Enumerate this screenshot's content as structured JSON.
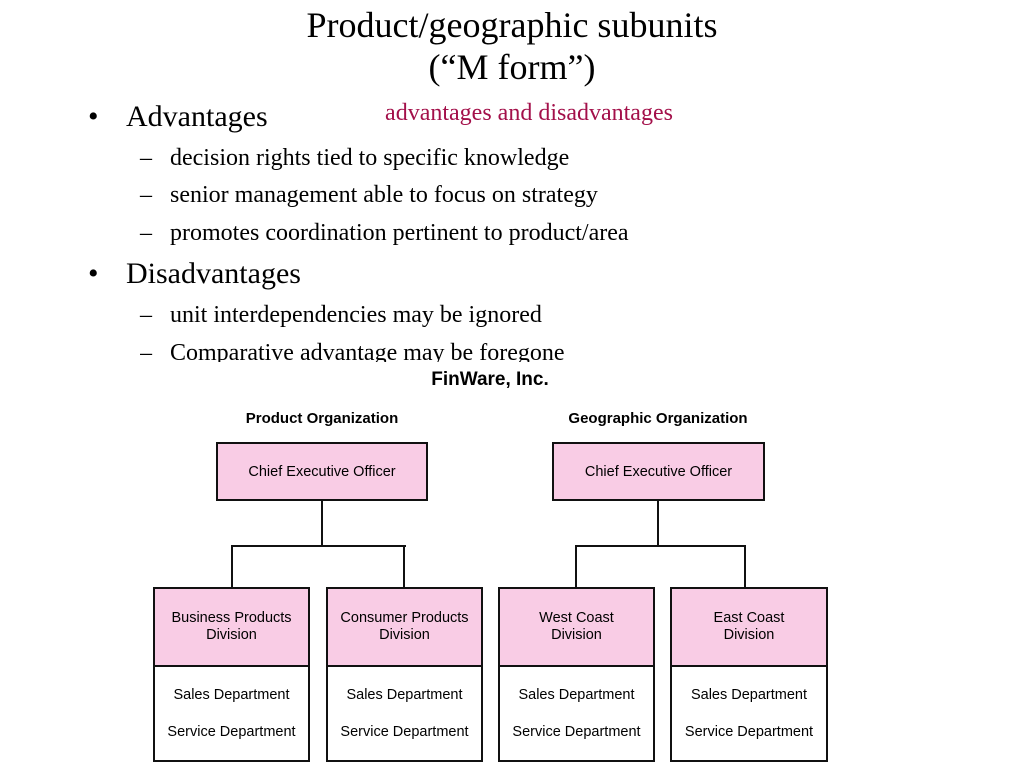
{
  "slide": {
    "title_line1": "Product/geographic subunits",
    "title_line2": "(“M form”)",
    "subtitle": "advantages and disadvantages",
    "subtitle_color": "#a3104a"
  },
  "bullets": {
    "advantages": {
      "label": "Advantages",
      "items": [
        "decision rights tied to specific knowledge",
        "senior management able to focus on strategy",
        "promotes coordination pertinent to product/area"
      ]
    },
    "disadvantages": {
      "label": "Disadvantages",
      "items": [
        "unit interdependencies may be ignored",
        "Comparative advantage may be foregone"
      ]
    },
    "bullet_mark": "•",
    "dash_mark": "–"
  },
  "figure": {
    "company": "FinWare, Inc.",
    "box_color": "#f9cce5",
    "orgs": [
      {
        "title": "Product Organization",
        "ceo": "Chief Executive Officer",
        "divisions": [
          {
            "line1": "Business Products",
            "line2": "Division",
            "dept1": "Sales Department",
            "dept2": "Service Department"
          },
          {
            "line1": "Consumer Products",
            "line2": "Division",
            "dept1": "Sales Department",
            "dept2": "Service Department"
          }
        ]
      },
      {
        "title": "Geographic Organization",
        "ceo": "Chief Executive Officer",
        "divisions": [
          {
            "line1": "West Coast",
            "line2": "Division",
            "dept1": "Sales Department",
            "dept2": "Service Department"
          },
          {
            "line1": "East Coast",
            "line2": "Division",
            "dept1": "Sales Department",
            "dept2": "Service Department"
          }
        ]
      }
    ]
  }
}
